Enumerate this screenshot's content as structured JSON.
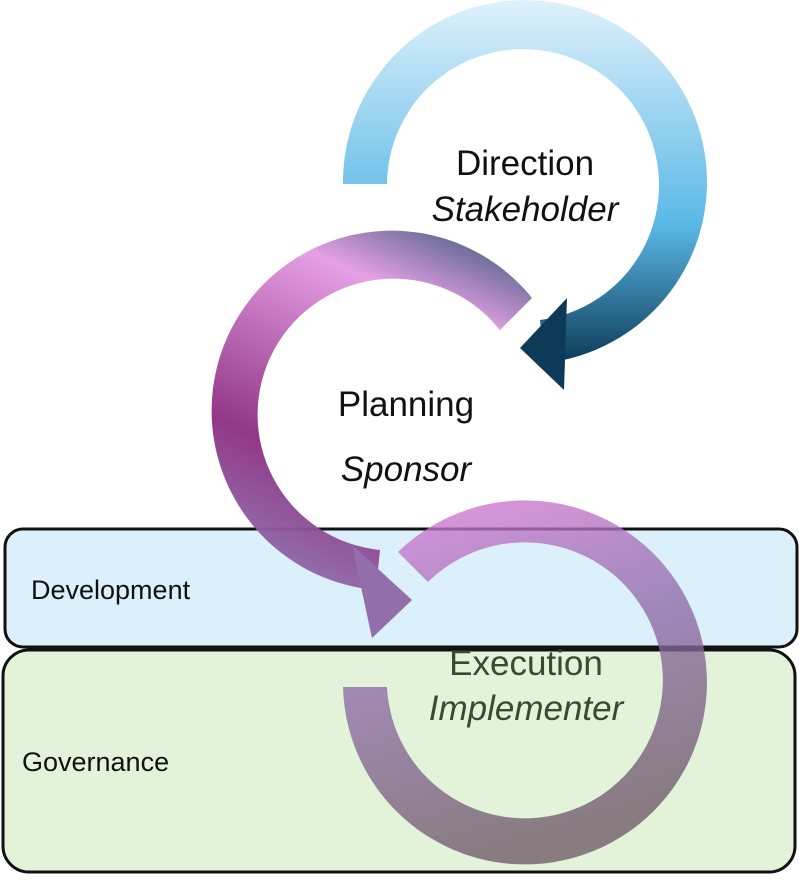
{
  "cycles": [
    {
      "label": "Direction",
      "role": "Stakeholder"
    },
    {
      "label": "Planning",
      "role": "Sponsor"
    },
    {
      "label": "Execution",
      "role": "Implementer"
    }
  ],
  "bands": [
    {
      "label": "Development",
      "color": "#dcf0fb"
    },
    {
      "label": "Governance",
      "color": "#e3f3da"
    }
  ],
  "colors": {
    "direction_light": "#dff1fb",
    "direction_mid": "#5ab8e6",
    "direction_dark": "#0d3b57",
    "planning_light": "#e59ce3",
    "planning_mid": "#8d2f83",
    "planning_dark": "#4d5c84",
    "execution_light": "#dc7bd8",
    "execution_mid": "#8f6aa8",
    "execution_dark": "#6e5a68"
  }
}
